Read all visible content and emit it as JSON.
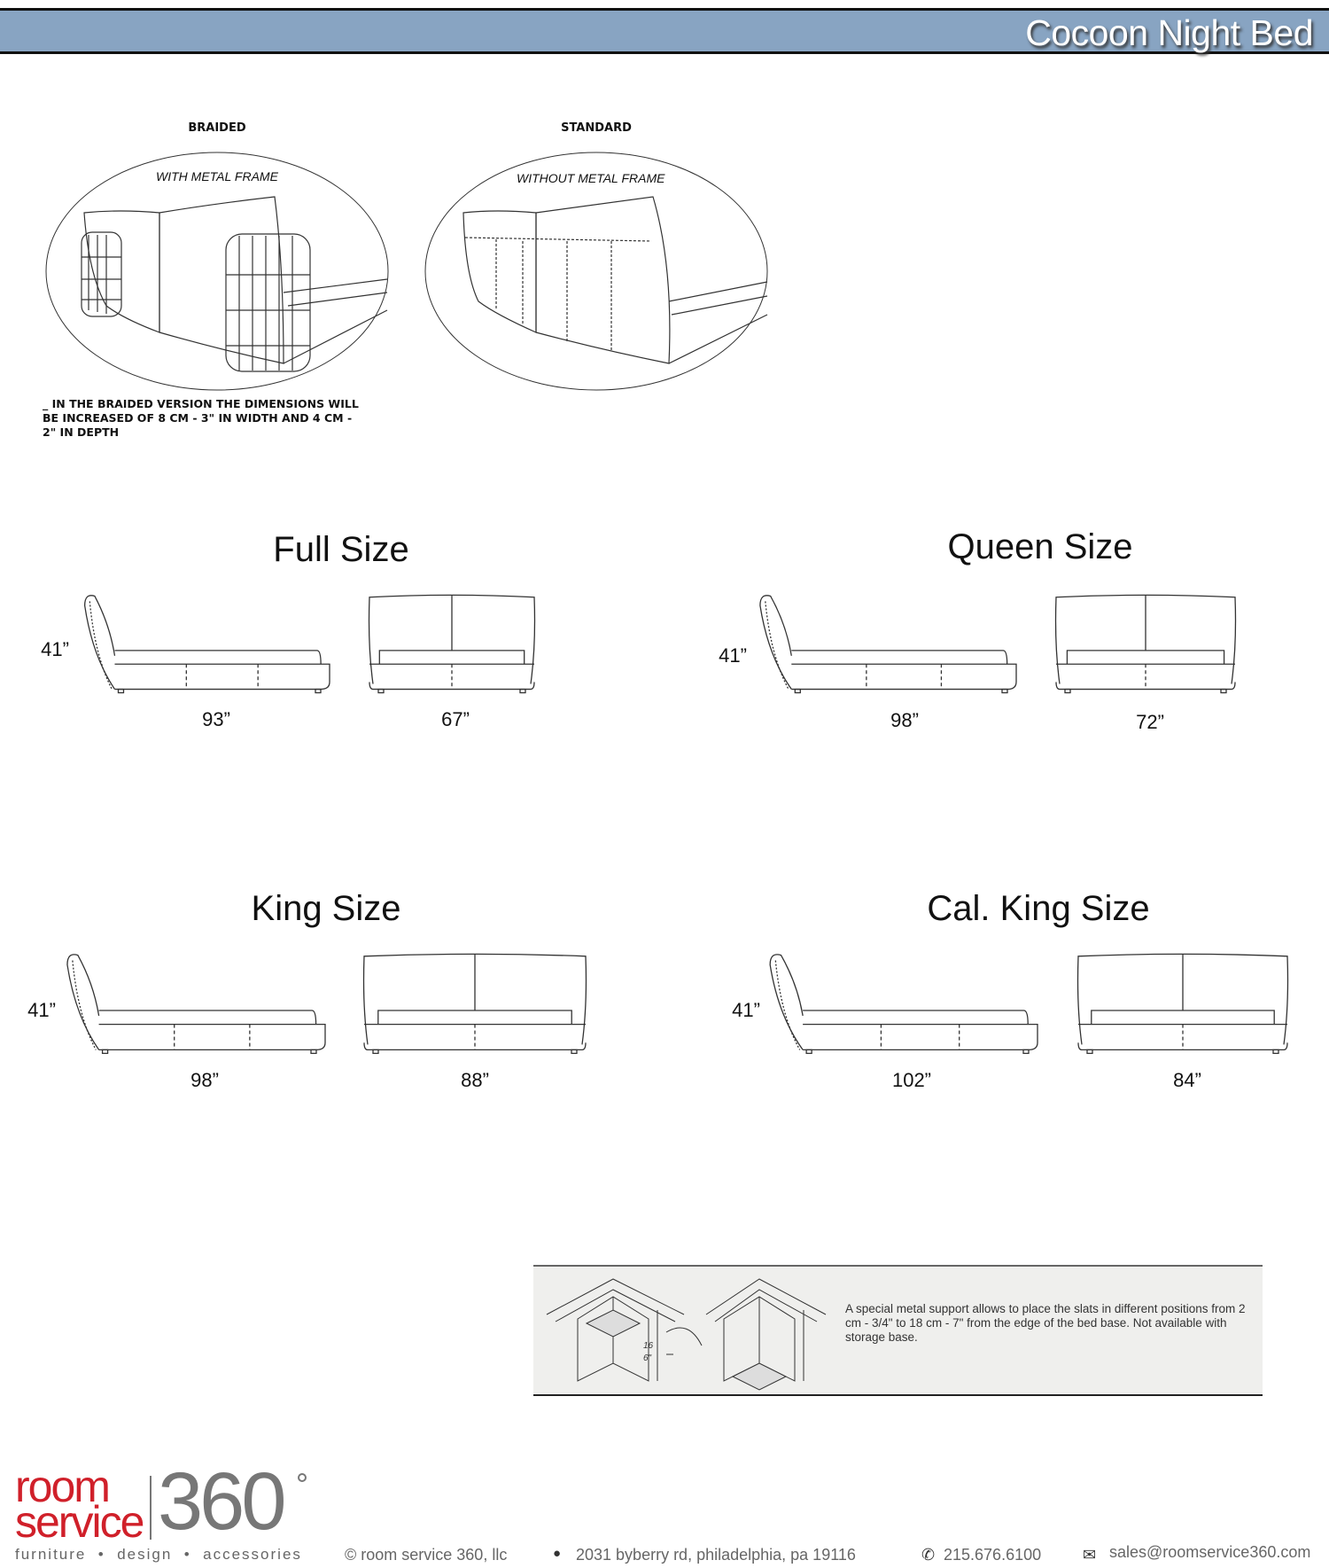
{
  "header": {
    "title": "Cocoon Night Bed"
  },
  "versions": {
    "braided": {
      "label": "BRAIDED",
      "caption": "WITH METAL FRAME"
    },
    "standard": {
      "label": "STANDARD",
      "caption": "WITHOUT METAL FRAME"
    },
    "note": "_ IN THE BRAIDED VERSION THE DIMENSIONS WILL BE INCREASED OF 8 CM - 3\" IN WIDTH AND 4 CM - 2\" IN DEPTH"
  },
  "sizes": [
    {
      "title": "Full Size",
      "height": "41”",
      "length": "93”",
      "width": "67”"
    },
    {
      "title": "Queen Size",
      "height": "41”",
      "length": "98”",
      "width": "72”"
    },
    {
      "title": "King Size",
      "height": "41”",
      "length": "98”",
      "width": "88”"
    },
    {
      "title": "Cal. King Size",
      "height": "41”",
      "length": "102”",
      "width": "84”"
    }
  ],
  "support": {
    "text": "A special metal support allows to place the slats in different positions from 2 cm - 3/4\" to 18 cm - 7\" from the edge of the bed base. Not available with storage base.",
    "dim_cm": "16",
    "dim_in": "6\""
  },
  "footer": {
    "logo_room": "room",
    "logo_service": "service",
    "logo_360": "360",
    "tagline": "furniture  •  design  •  accessories",
    "copyright": "© room service 360, llc",
    "address": "2031 byberry rd, philadelphia, pa 19116",
    "phone": "215.676.6100",
    "email": "sales@roomservice360.com",
    "colors": {
      "red": "#d0202a",
      "gray": "#777777"
    }
  }
}
